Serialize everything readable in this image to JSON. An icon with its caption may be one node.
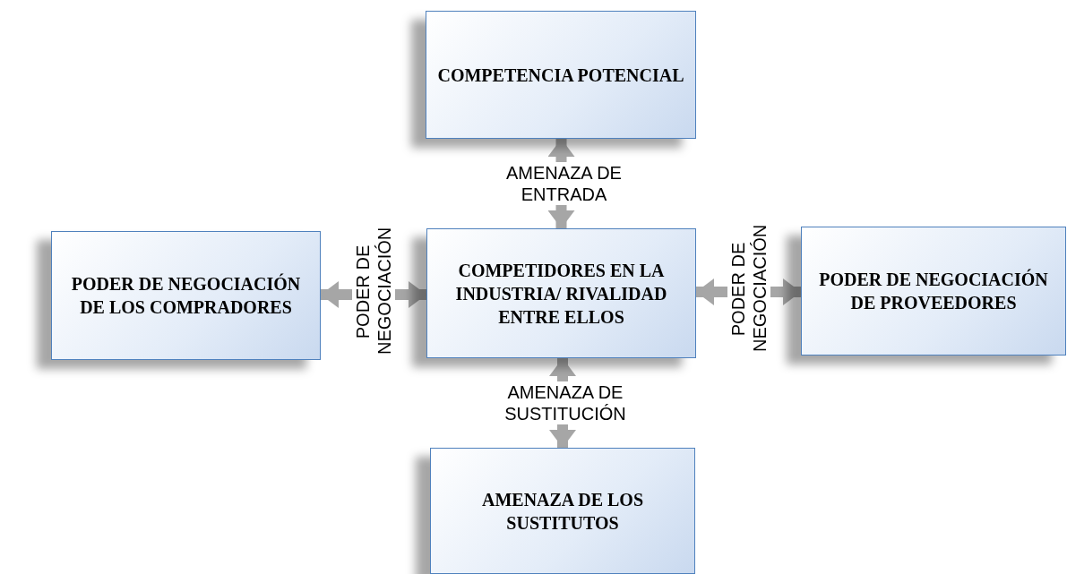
{
  "diagram": {
    "nodes": [
      {
        "text": [
          "COMPETENCIA POTENCIAL"
        ]
      },
      {
        "text": [
          "PODER DE NEGOCIACIÓN DE LOS COMPRADORES"
        ]
      },
      {
        "text": [
          "COMPETIDORES EN LA INDUSTRIA/ RIVALIDAD ENTRE ELLOS"
        ]
      },
      {
        "text": [
          "PODER DE NEGOCIACIÓN DE PROVEEDORES"
        ]
      },
      {
        "text": [
          "AMENAZA DE LOS SUSTITUTOS"
        ]
      }
    ],
    "edges": [
      {
        "from": 2,
        "to": 0,
        "arrow": "both",
        "label": "AMENAZA DE ENTRADA"
      },
      {
        "from": 2,
        "to": 1,
        "arrow": "both",
        "label": "PODER DE NEGOCIACIÓN"
      },
      {
        "from": 2,
        "to": 3,
        "arrow": "both",
        "label": "PODER DE NEGOCIACIÓN"
      },
      {
        "from": 2,
        "to": 4,
        "arrow": "both",
        "label": "AMENAZA DE SUSTITUCIÓN"
      }
    ]
  }
}
